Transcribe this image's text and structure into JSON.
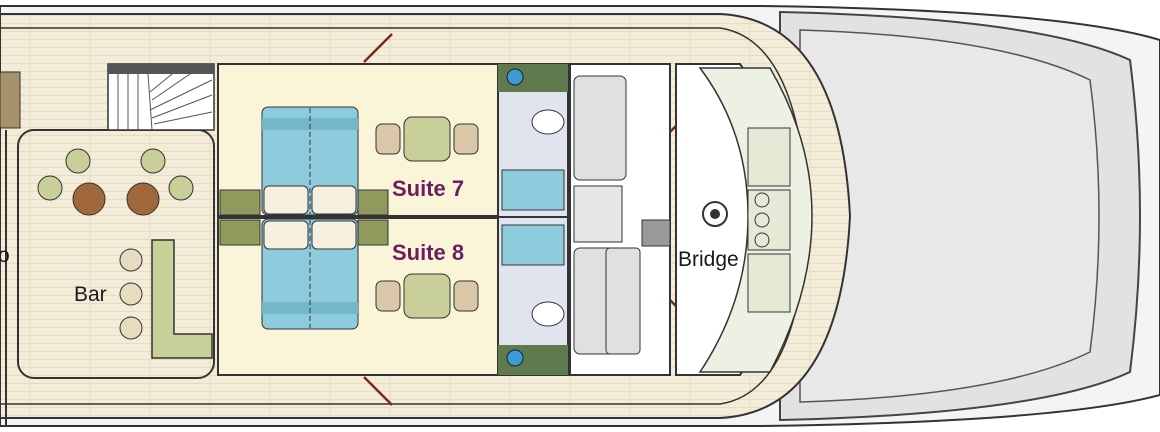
{
  "labels": {
    "salon_partial": "o",
    "bar": "Bar",
    "suite7": "Suite 7",
    "suite8": "Suite 8",
    "bridge": "Bridge"
  },
  "colors": {
    "deck": "#f3ecd8",
    "suite_floor": "#faf5d8",
    "bed": "#8ecbdc",
    "suite_label": "#6b1f5e",
    "bathroom": "#dfe4ef",
    "bath_green": "#5e7a4e",
    "bow_grey": "#e2e2e2",
    "furniture_green": "#c8cf98",
    "wood": "#a0683a"
  }
}
